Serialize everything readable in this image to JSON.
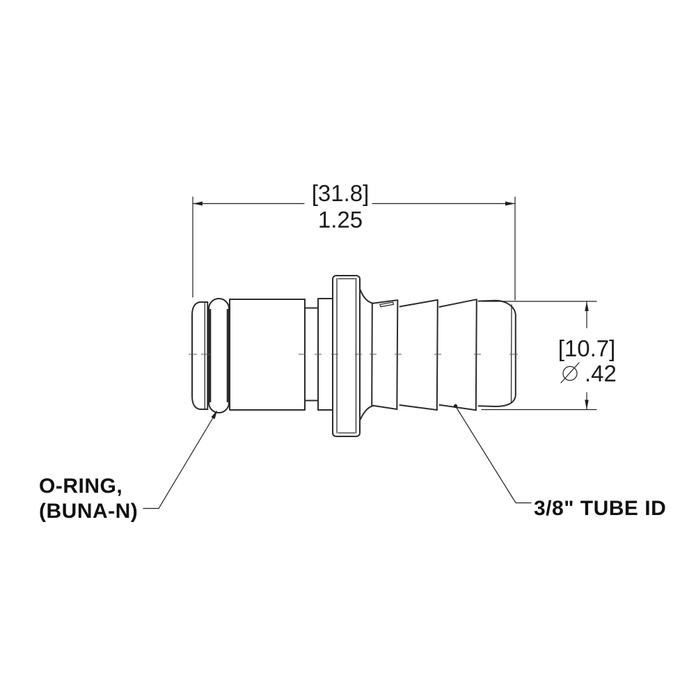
{
  "drawing": {
    "dims": {
      "length_mm": "[31.8]",
      "length_in": "1.25",
      "dia_mm": "[10.7]",
      "dia_symbol": "∅",
      "dia_in": ".42"
    },
    "labels": {
      "oring_1": "O-RING,",
      "oring_2": "(BUNA-N)",
      "tube_id": "3/8\" TUBE ID"
    },
    "colors": {
      "line": "#2b2b2b",
      "dimension": "#1f1f1f",
      "background": "#ffffff"
    }
  }
}
